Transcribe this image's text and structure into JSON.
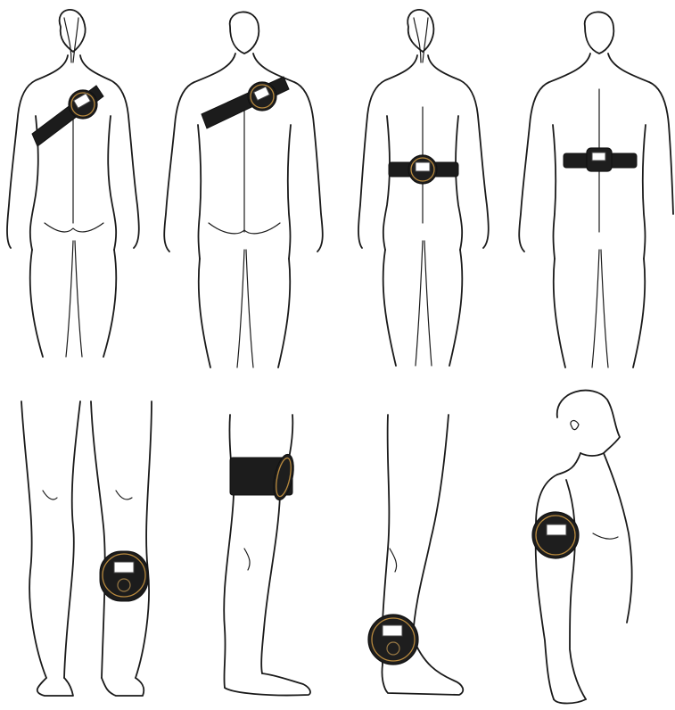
{
  "figure": {
    "panels": [
      {
        "id": "female-back-shoulder",
        "placement": "shoulder-strap"
      },
      {
        "id": "male-back-shoulder",
        "placement": "shoulder-strap"
      },
      {
        "id": "female-back-waist",
        "placement": "waist-belt"
      },
      {
        "id": "male-back-waist",
        "placement": "waist-belt"
      },
      {
        "id": "legs-back-calf",
        "placement": "calf"
      },
      {
        "id": "leg-side-thigh",
        "placement": "above-knee-band"
      },
      {
        "id": "leg-side-ankle",
        "placement": "ankle"
      },
      {
        "id": "torso-side-upper-arm",
        "placement": "upper-arm"
      }
    ],
    "colors": {
      "line": "#1a1a1a",
      "strap": "#1c1c1c",
      "device_ring": "#b98a3e",
      "screen": "#ffffff",
      "background": "#ffffff"
    },
    "icons": [
      "device-icon",
      "strap-icon",
      "belt-icon",
      "band-icon"
    ]
  }
}
